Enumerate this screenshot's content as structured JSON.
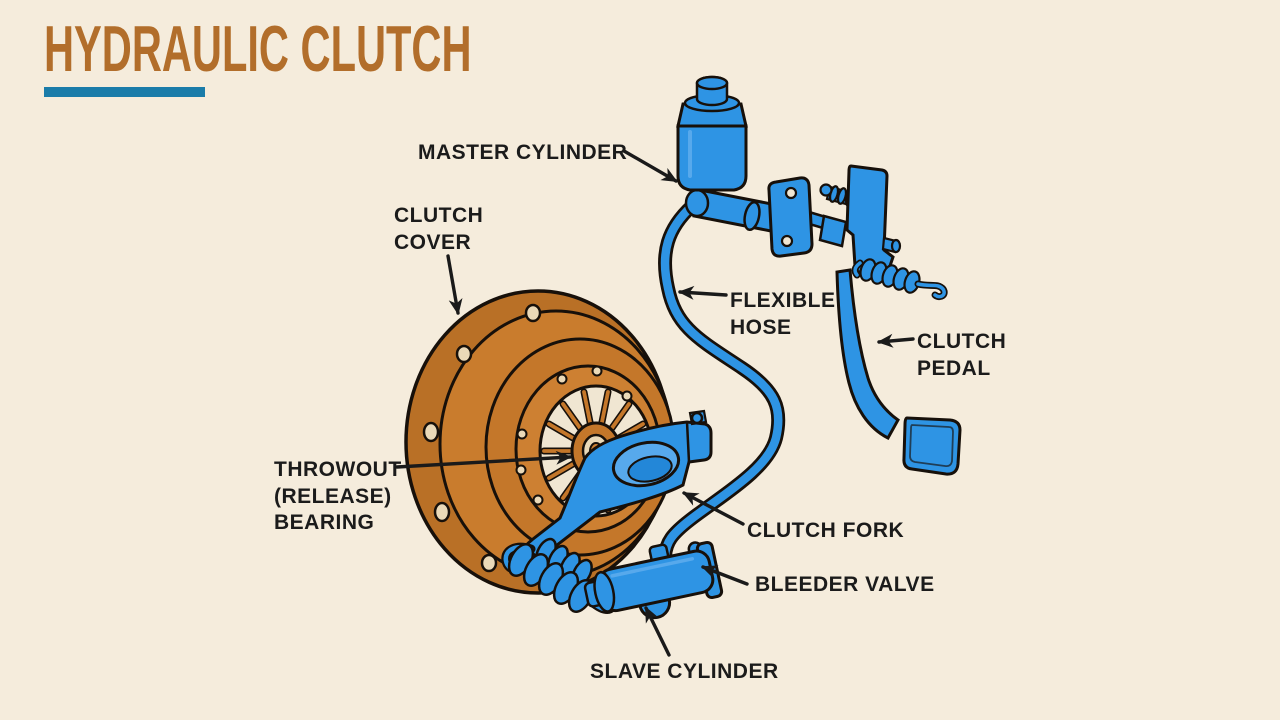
{
  "title": {
    "text": "HYDRAULIC CLUTCH"
  },
  "colors": {
    "background": "#f5ecdc",
    "title_text": "#b26e2b",
    "title_underline": "#1a7ca9",
    "hydraulic_parts_blue": "#2e94e4",
    "clutch_cover_orange": "#c4772a",
    "outline_ink": "#17100a",
    "label_text": "#1b1b1b"
  },
  "labels": {
    "master_cylinder": "MASTER CYLINDER",
    "clutch_cover_line1": "CLUTCH",
    "clutch_cover_line2": "COVER",
    "flexible_hose_line1": "FLEXIBLE",
    "flexible_hose_line2": "HOSE",
    "clutch_pedal_line1": "CLUTCH",
    "clutch_pedal_line2": "PEDAL",
    "throwout_line1": "THROWOUT",
    "throwout_line2": "(RELEASE)",
    "throwout_line3": "BEARING",
    "clutch_fork": "CLUTCH FORK",
    "bleeder_valve": "BLEEDER VALVE",
    "slave_cylinder": "SLAVE CYLINDER"
  }
}
